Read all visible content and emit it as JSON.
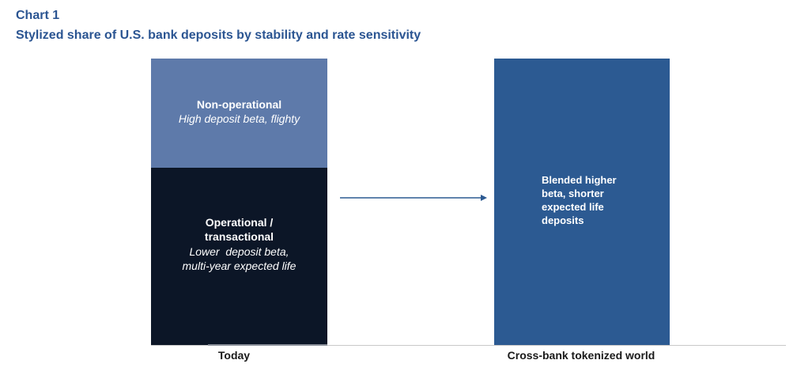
{
  "header": {
    "chart_number": "Chart 1",
    "title": "Stylized share of U.S. bank deposits by stability and rate sensitivity"
  },
  "chart_data": {
    "type": "bar",
    "stacked": true,
    "categories": [
      "Today",
      "Cross-bank tokenized world"
    ],
    "segments": [
      {
        "category": "Today",
        "label": "Non-operational",
        "sublabel": "High deposit beta, flighty",
        "color": "#5e7aaa"
      },
      {
        "category": "Today",
        "label": "Operational / transactional",
        "sublabel": "Lower deposit beta, multi-year expected life",
        "color": "#0c1627"
      },
      {
        "category": "Cross-bank tokenized world",
        "label": "Blended higher beta, shorter expected life deposits",
        "color": "#2c5a92"
      }
    ],
    "annotations": [
      "arrow from Today to Cross-bank tokenized world"
    ],
    "grid": false
  },
  "labels": {
    "nonop_title": "Non-operational",
    "nonop_sub": "High deposit beta, flighty",
    "op_title_1": "Operational /",
    "op_title_2": "transactional",
    "op_sub_1": "Lower  deposit beta,",
    "op_sub_2": "multi-year expected life",
    "blend_1": "Blended higher",
    "blend_2": "beta, shorter",
    "blend_3": "expected life",
    "blend_4": "deposits",
    "x_today": "Today",
    "x_tokenized": "Cross-bank tokenized world"
  }
}
